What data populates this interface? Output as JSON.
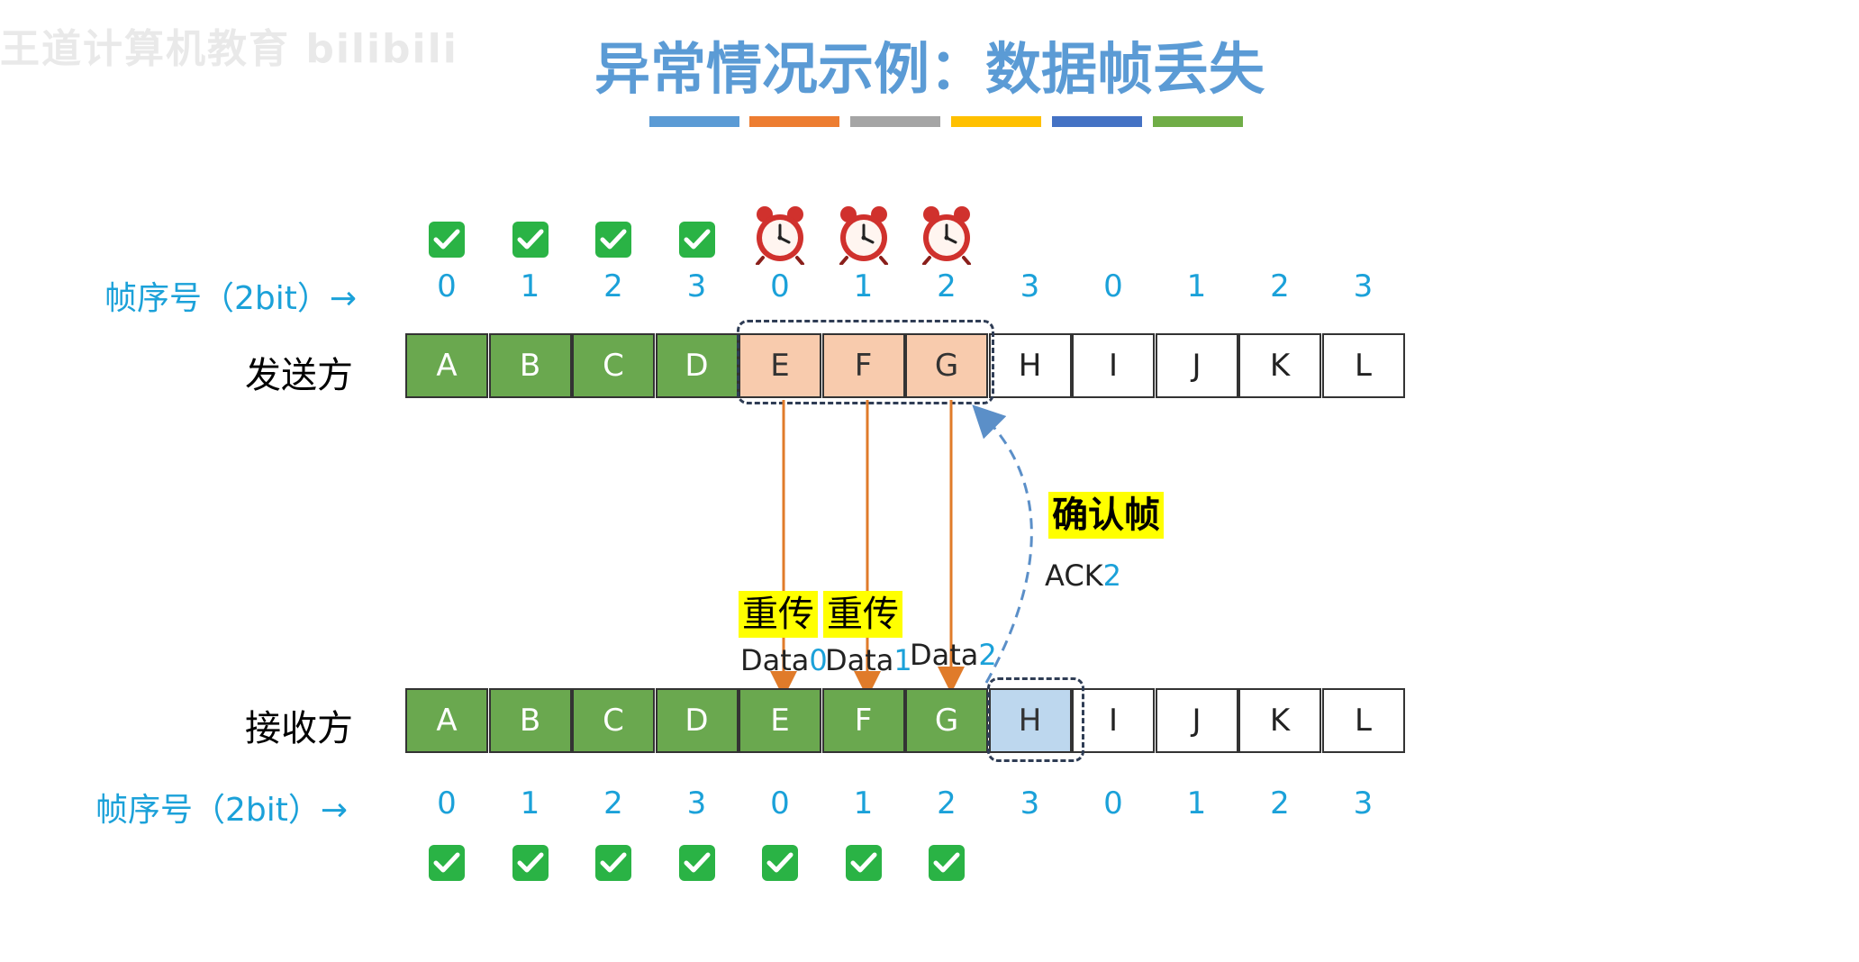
{
  "watermark": "王道计算机教育 bilibili",
  "title": "异常情况示例：数据帧丢失",
  "color_bars": [
    "#5b9bd5",
    "#ed7d31",
    "#a5a5a5",
    "#ffc000",
    "#4472c4",
    "#70ad47"
  ],
  "sender": {
    "label": "发送方",
    "seq_label": "帧序号（2bit）→",
    "seq": [
      "0",
      "1",
      "2",
      "3",
      "0",
      "1",
      "2",
      "3",
      "0",
      "1",
      "2",
      "3"
    ],
    "frames": [
      "A",
      "B",
      "C",
      "D",
      "E",
      "F",
      "G",
      "H",
      "I",
      "J",
      "K",
      "L"
    ],
    "frame_states": [
      "green",
      "green",
      "green",
      "green",
      "peach",
      "peach",
      "peach",
      "white",
      "white",
      "white",
      "white",
      "white"
    ],
    "status_icons": [
      "check-icon",
      "check-icon",
      "check-icon",
      "check-icon",
      "alarm-clock-icon",
      "alarm-clock-icon",
      "alarm-clock-icon"
    ]
  },
  "receiver": {
    "label": "接收方",
    "seq_label": "帧序号（2bit）→",
    "seq": [
      "0",
      "1",
      "2",
      "3",
      "0",
      "1",
      "2",
      "3",
      "0",
      "1",
      "2",
      "3"
    ],
    "frames": [
      "A",
      "B",
      "C",
      "D",
      "E",
      "F",
      "G",
      "H",
      "I",
      "J",
      "K",
      "L"
    ],
    "frame_states": [
      "green",
      "green",
      "green",
      "green",
      "green",
      "green",
      "green",
      "blue",
      "white",
      "white",
      "white",
      "white"
    ],
    "status_icons": [
      "check-icon",
      "check-icon",
      "check-icon",
      "check-icon",
      "check-icon",
      "check-icon",
      "check-icon"
    ]
  },
  "retransmit": [
    "重传",
    "重传"
  ],
  "data_labels": [
    {
      "text": "Data",
      "num": "0"
    },
    {
      "text": "Data",
      "num": "1"
    },
    {
      "text": "Data",
      "num": "2"
    }
  ],
  "ack": {
    "title": "确认帧",
    "text": "ACK",
    "num": "2"
  }
}
